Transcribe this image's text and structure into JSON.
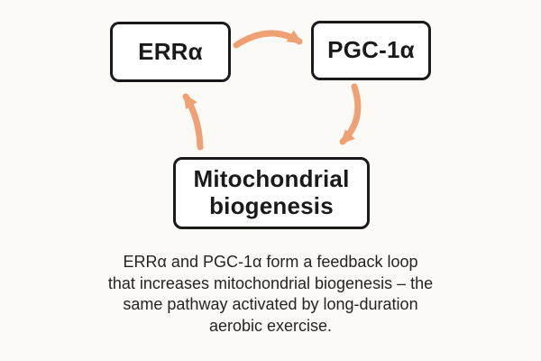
{
  "diagram": {
    "nodes": {
      "erra": {
        "label": "ERRα"
      },
      "pgc1a": {
        "label": "PGC-1α"
      },
      "mito": {
        "label": "Mitochondrial biogenesis"
      }
    },
    "arrows": [
      {
        "name": "erra-to-pgc1a",
        "from": "ERRα",
        "to": "PGC-1α"
      },
      {
        "name": "pgc1a-to-mito",
        "from": "PGC-1α",
        "to": "Mitochondrial biogenesis"
      },
      {
        "name": "mito-to-erra",
        "from": "Mitochondrial biogenesis",
        "to": "ERRα"
      }
    ]
  },
  "caption": {
    "lines": [
      "ERRα and PGC-1α form a feedback loop",
      "that increases mitochondrial biogenesis – the",
      "same pathway activated by long-duration",
      "aerobic exercise."
    ]
  },
  "colors": {
    "arrow": "#F0A173",
    "box_border": "#1A1A1A",
    "box_fill": "#FFFFFF",
    "text": "#242424",
    "background": "#FCFAF6"
  }
}
